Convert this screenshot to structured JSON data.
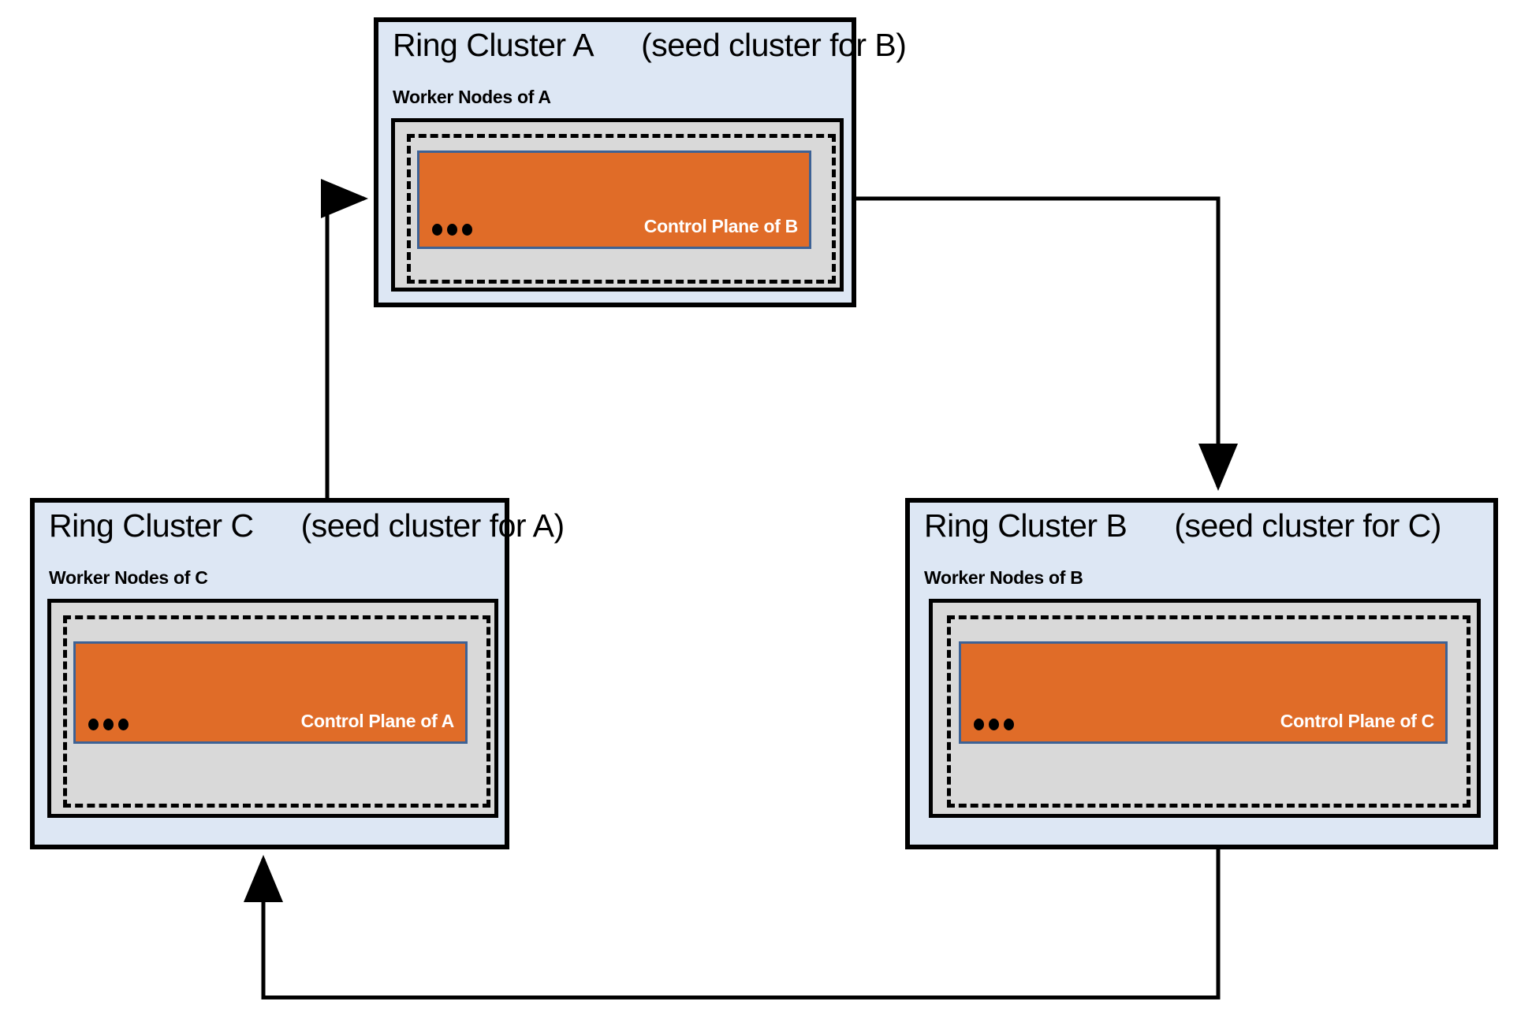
{
  "diagram": {
    "title": "Ring cluster topology with seed-cluster relationships",
    "colors": {
      "cluster_fill": "#dde7f4",
      "worker_fill": "#d9d9d9",
      "control_plane_fill": "#e06c28",
      "control_plane_border": "#3d6295",
      "outline": "#000000",
      "label_text_on_orange": "#ffffff"
    },
    "clusters": [
      {
        "id": "A",
        "title": "Ring Cluster A",
        "seed_note": "(seed cluster for B)",
        "worker_label": "Worker Nodes of A",
        "control_plane_label": "Control Plane of B",
        "ellipsis": "•••"
      },
      {
        "id": "C",
        "title": "Ring Cluster C",
        "seed_note": "(seed cluster for A)",
        "worker_label": "Worker Nodes of C",
        "control_plane_label": "Control Plane of A",
        "ellipsis": "•••"
      },
      {
        "id": "B",
        "title": "Ring Cluster B",
        "seed_note": "(seed cluster for C)",
        "worker_label": "Worker Nodes of B",
        "control_plane_label": "Control Plane of C",
        "ellipsis": "•••"
      }
    ],
    "edges": [
      {
        "from": "A",
        "to": "B",
        "label": ""
      },
      {
        "from": "B",
        "to": "C",
        "label": ""
      },
      {
        "from": "C",
        "to": "A",
        "label": ""
      }
    ]
  }
}
